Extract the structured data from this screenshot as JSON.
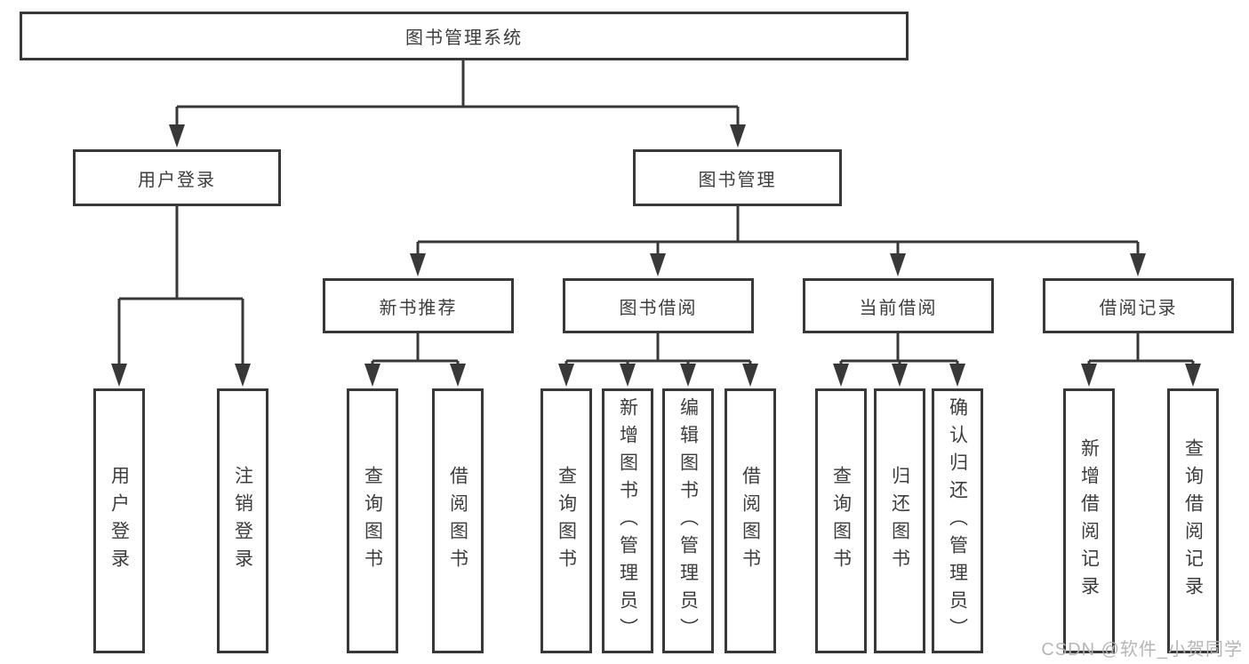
{
  "diagram": {
    "root": "图书管理系统",
    "branches": [
      {
        "label": "用户登录",
        "children": [
          "用户登录",
          "注销登录"
        ]
      },
      {
        "label": "图书管理",
        "sections": [
          {
            "label": "新书推荐",
            "children": [
              "查询图书",
              "借阅图书"
            ]
          },
          {
            "label": "图书借阅",
            "children": [
              "查询图书",
              "新增图书（管理员）",
              "编辑图书（管理员）",
              "借阅图书"
            ]
          },
          {
            "label": "当前借阅",
            "children": [
              "查询图书",
              "归还图书",
              "确认归还（管理员）"
            ]
          },
          {
            "label": "借阅记录",
            "children": [
              "新增借阅记录",
              "查询借阅记录"
            ]
          }
        ]
      }
    ]
  },
  "colors": {
    "line": "#383838",
    "text": "#3d3d3d",
    "watermark": "#b2b2b2"
  },
  "watermark": "CSDN @软件_小贺同学"
}
